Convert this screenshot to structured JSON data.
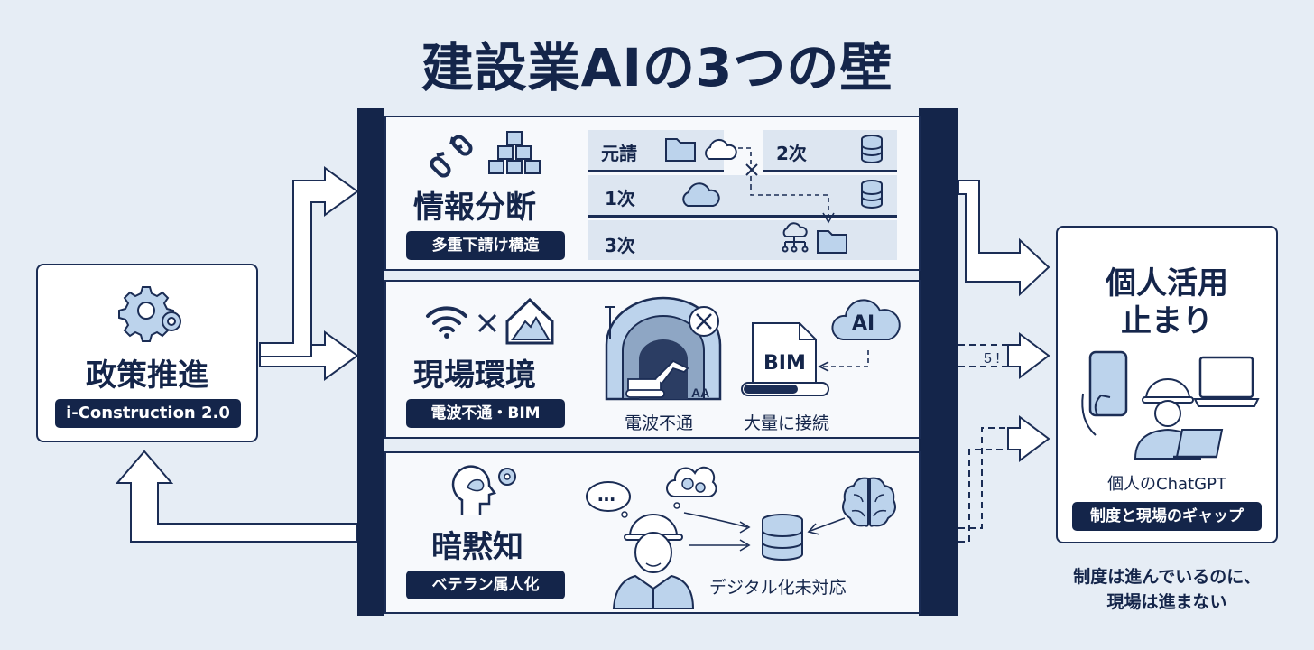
{
  "title": "建設業AIの3つの壁",
  "policy": {
    "heading": "政策推進",
    "badge": "i-Construction 2.0"
  },
  "walls": [
    {
      "heading": "情報分断",
      "badge": "多重下請け構造",
      "labels": {
        "prime": "元請",
        "second": "2次",
        "first": "1次",
        "third": "3次"
      }
    },
    {
      "heading": "現場環境",
      "badge": "電波不通・BIM",
      "ai": "AI",
      "bim": "BIM",
      "caption_left": "電波不通",
      "caption_right": "大量に接続"
    },
    {
      "heading": "暗黙知",
      "badge": "ベテラン属人化",
      "bubble": "…",
      "caption": "デジタル化未対応"
    }
  ],
  "result": {
    "heading_line1": "個人活用",
    "heading_line2": "止まり",
    "caption": "個人のChatGPT",
    "badge": "制度と現場のギャップ"
  },
  "footer": {
    "line1": "制度は進んでいるのに、",
    "line2": "現場は進まない"
  },
  "colors": {
    "navy": "#14254a",
    "light_blue": "#bcd3ec",
    "background": "#e6edf5"
  },
  "icons": [
    "link-broken-icon",
    "boxes-icon",
    "folder-icon",
    "cloud-icon",
    "database-icon",
    "wifi-icon",
    "cross-icon",
    "mountain-icon",
    "tunnel-icon",
    "bim-file-icon",
    "ai-cloud-icon",
    "head-gears-icon",
    "speech-bubble-icon",
    "thought-bubble-icon",
    "worker-icon",
    "brain-icon",
    "gear-icon",
    "smartphone-icon",
    "laptop-icon"
  ]
}
